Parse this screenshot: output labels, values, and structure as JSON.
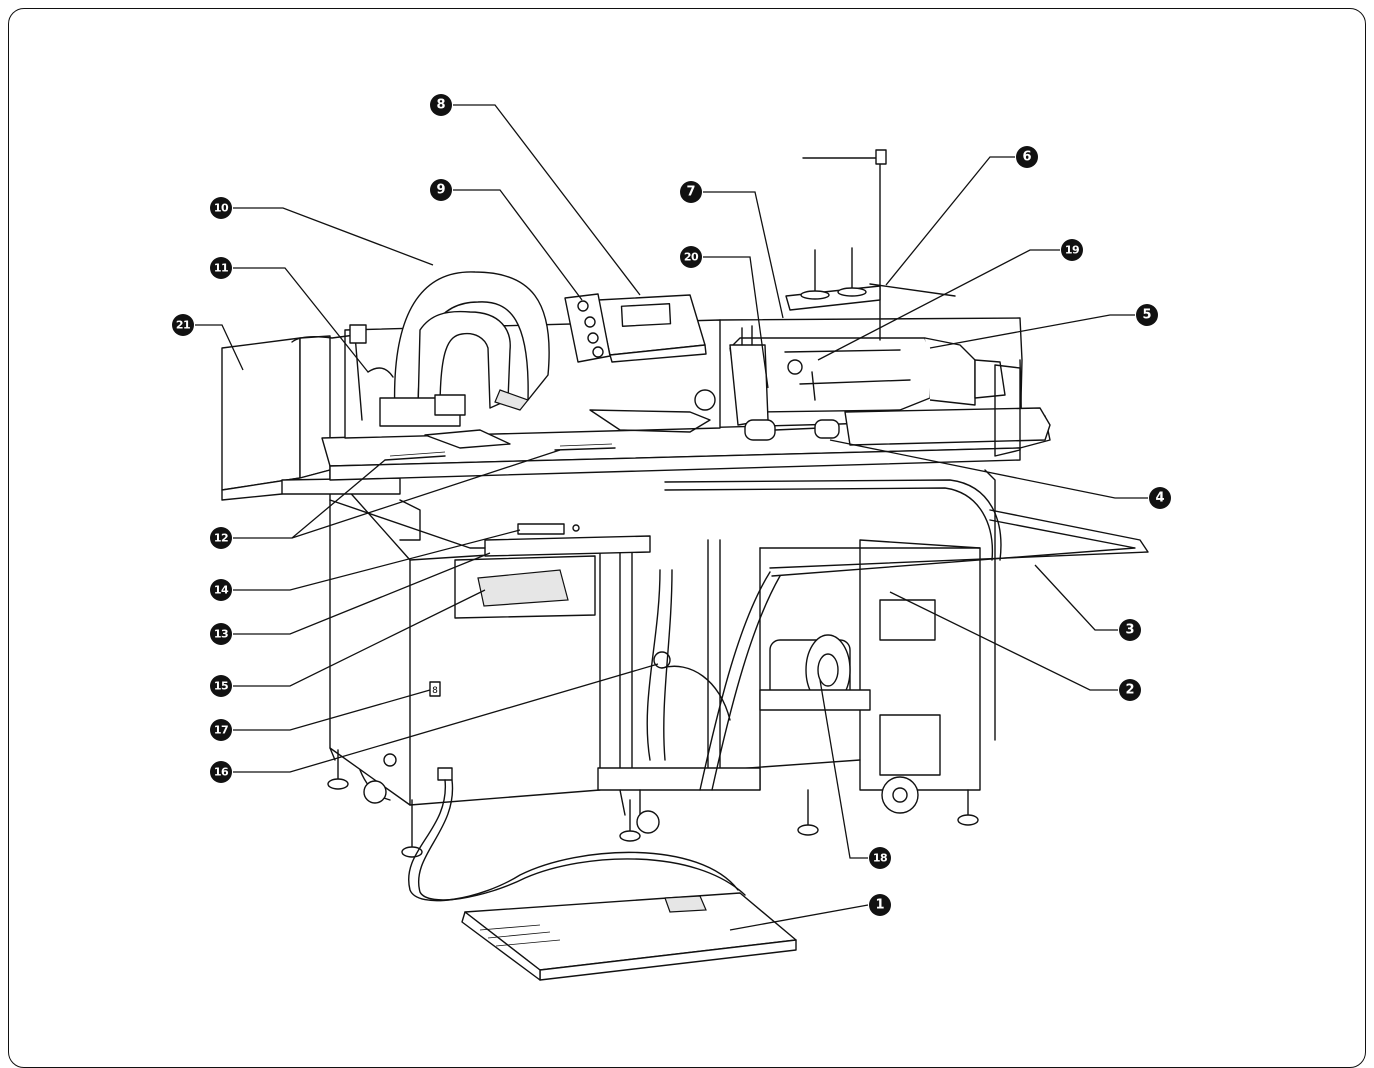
{
  "callouts": [
    {
      "id": "1",
      "label": "1"
    },
    {
      "id": "2",
      "label": "2"
    },
    {
      "id": "3",
      "label": "3"
    },
    {
      "id": "4",
      "label": "4"
    },
    {
      "id": "5",
      "label": "5"
    },
    {
      "id": "6",
      "label": "6"
    },
    {
      "id": "7",
      "label": "7"
    },
    {
      "id": "8",
      "label": "8"
    },
    {
      "id": "9",
      "label": "9"
    },
    {
      "id": "10",
      "label": "10"
    },
    {
      "id": "11",
      "label": "11"
    },
    {
      "id": "12",
      "label": "12"
    },
    {
      "id": "13",
      "label": "13"
    },
    {
      "id": "14",
      "label": "14"
    },
    {
      "id": "15",
      "label": "15"
    },
    {
      "id": "16",
      "label": "16"
    },
    {
      "id": "17",
      "label": "17"
    },
    {
      "id": "18",
      "label": "18"
    },
    {
      "id": "19",
      "label": "19"
    },
    {
      "id": "20",
      "label": "20"
    },
    {
      "id": "21",
      "label": "21"
    }
  ],
  "panel_display_glyph": "8"
}
